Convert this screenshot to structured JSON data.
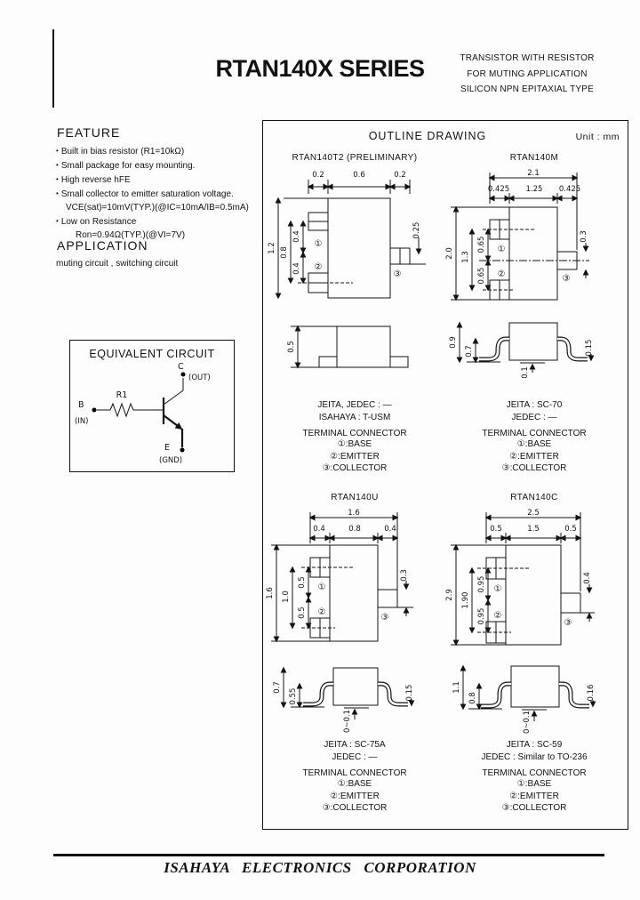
{
  "header": {
    "title": "RTAN140X SERIES",
    "subtitle_lines": [
      "TRANSISTOR WITH RESISTOR",
      "FOR MUTING APPLICATION",
      "SILICON NPN EPITAXIAL TYPE"
    ]
  },
  "feature": {
    "heading": "FEATURE",
    "items": [
      {
        "text": "Built in bias resistor (R1=10kΩ)"
      },
      {
        "text": "Small package for easy mounting."
      },
      {
        "text": "High reverse hFE"
      },
      {
        "text": "Small collector to emitter saturation voltage.",
        "sub": "VCE(sat)=10mV(TYP.)(@IC=10mA/IB=0.5mA)"
      },
      {
        "text": "Low on Resistance",
        "sub": "Ron=0.94Ω(TYP.)(@VI=7V)"
      }
    ]
  },
  "application": {
    "heading": "APPLICATION",
    "text": "muting circuit , switching circuit"
  },
  "equivalent_circuit": {
    "title": "EQUIVALENT CIRCUIT",
    "labels": {
      "b": "B",
      "in": "(IN)",
      "r1": "R1",
      "c": "C",
      "out": "(OUT)",
      "e": "E",
      "gnd": "(GND)"
    }
  },
  "outline": {
    "title": "OUTLINE DRAWING",
    "unit": "Unit : mm",
    "packages": [
      {
        "name": "RTAN140T2 (PRELIMINARY)",
        "standards": [
          "JEITA, JEDEC : —",
          "ISAHAYA : T-USM"
        ],
        "terminal_title": "TERMINAL CONNECTOR",
        "terminals": [
          "①:BASE",
          "②:EMITTER",
          "③:COLLECTOR"
        ],
        "pins": [
          "①",
          "②",
          "③"
        ],
        "dims": {
          "t1": "0.2",
          "t2": "0.6",
          "t3": "0.2",
          "l1": "1.2",
          "l2": "0.8",
          "l3": "0.4",
          "l4": "0.4",
          "r": "0.25",
          "s1": "0.5"
        }
      },
      {
        "name": "RTAN140M",
        "standards": [
          "JEITA : SC-70",
          "JEDEC : —"
        ],
        "terminal_title": "TERMINAL CONNECTOR",
        "terminals": [
          "①:BASE",
          "②:EMITTER",
          "③:COLLECTOR"
        ],
        "pins": [
          "①",
          "②",
          "③"
        ],
        "dims": {
          "total": "2.1",
          "t1": "0.425",
          "t2": "1.25",
          "t3": "0.425",
          "l1": "2.0",
          "l2": "1.3",
          "l3": "0.65",
          "l4": "0.65",
          "r": "0.3",
          "s1": "0.9",
          "s2": "0.7",
          "s3": "0.1",
          "s4": "0.15"
        }
      },
      {
        "name": "RTAN140U",
        "standards": [
          "JEITA : SC-75A",
          "JEDEC : —"
        ],
        "terminal_title": "TERMINAL CONNECTOR",
        "terminals": [
          "①:BASE",
          "②:EMITTER",
          "③:COLLECTOR"
        ],
        "pins": [
          "①",
          "②",
          "③"
        ],
        "dims": {
          "total": "1.6",
          "t1": "0.4",
          "t2": "0.8",
          "t3": "0.4",
          "l1": "1.6",
          "l2": "1.0",
          "l3": "0.5",
          "l4": "0.5",
          "r": "0.3",
          "s1": "0.7",
          "s2": "0.55",
          "s3": "0~0.1",
          "s4": "0.15"
        }
      },
      {
        "name": "RTAN140C",
        "standards": [
          "JEITA : SC-59",
          "JEDEC : Similar to TO-236"
        ],
        "terminal_title": "TERMINAL CONNECTOR",
        "terminals": [
          "①:BASE",
          "②:EMITTER",
          "③:COLLECTOR"
        ],
        "pins": [
          "①",
          "②",
          "③"
        ],
        "dims": {
          "total": "2.5",
          "t1": "0.5",
          "t2": "1.5",
          "t3": "0.5",
          "l1": "2.9",
          "l2": "1.90",
          "l3": "0.95",
          "l4": "0.95",
          "r": "0.4",
          "s1": "1.1",
          "s2": "0.8",
          "s3": "0~0.1",
          "s4": "0.16"
        }
      }
    ]
  },
  "footer": {
    "company": "ISAHAYA ELECTRONICS CORPORATION"
  }
}
